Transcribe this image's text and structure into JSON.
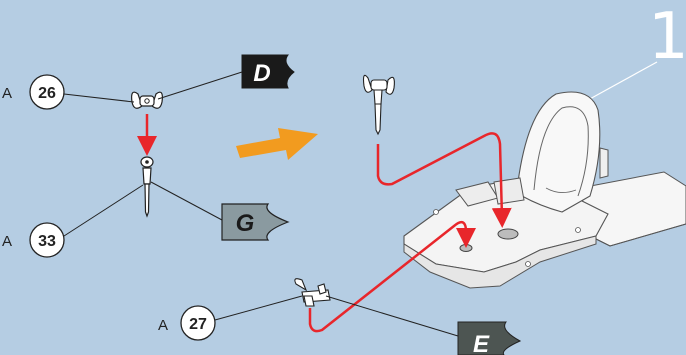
{
  "step": {
    "number": "1"
  },
  "parts": [
    {
      "prefix": "A",
      "number": "26"
    },
    {
      "prefix": "A",
      "number": "33"
    },
    {
      "prefix": "A",
      "number": "27"
    }
  ],
  "flags": [
    {
      "letter": "D"
    },
    {
      "letter": "G"
    },
    {
      "letter": "E"
    }
  ],
  "colors": {
    "background": "#b5cde3",
    "arrow_red": "#e8262b",
    "direction_arrow": "#f29b1f",
    "flag_dark": "#1a1a1a",
    "flag_grey": "#8a9aa0",
    "flag_dark_grey": "#4d5552"
  }
}
